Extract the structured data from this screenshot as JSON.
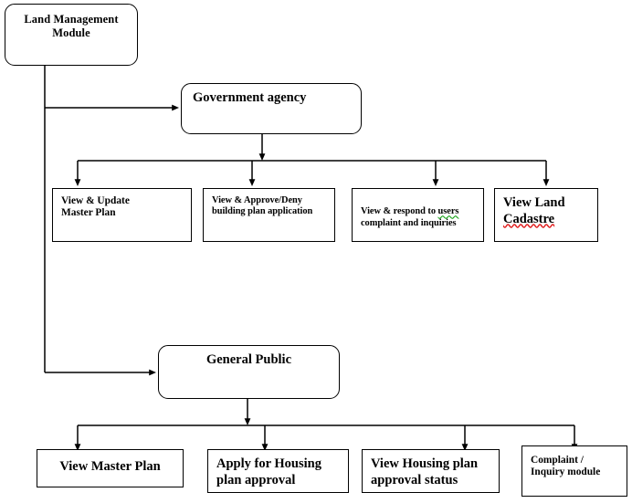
{
  "diagram": {
    "title": "Land Management Module hierarchy",
    "type": "flowchart-tree",
    "orientation": "top-down",
    "background_color": "#ffffff",
    "line_color": "#000000",
    "text_color": "#000000"
  },
  "nodes": {
    "root": {
      "label": "Land Management Module",
      "line1": "Land Management",
      "line2": "Module",
      "shape": "rounded-rectangle"
    },
    "gov": {
      "label": "Government agency",
      "shape": "rounded-rectangle"
    },
    "public": {
      "label": "General Public",
      "shape": "rounded-rectangle"
    },
    "gov_children": [
      {
        "label": "View & Update Master Plan",
        "line1": "View & Update",
        "line2": "Master Plan",
        "shape": "rectangle"
      },
      {
        "label": "View & Approve/Deny building plan application",
        "line1": "View & Approve/Deny",
        "line2": "building plan application",
        "shape": "rectangle"
      },
      {
        "label": "View & respond to users complaint and inquiries",
        "line1_a": "View & respond to ",
        "line1_b": "users",
        "line2": "complaint and inquiries",
        "shape": "rectangle",
        "spellcheck": "green-underline-users"
      },
      {
        "label": "View Land Cadastre",
        "line1": "View Land",
        "line2": "Cadastre",
        "shape": "rectangle",
        "spellcheck": "red-underline-cadastre"
      }
    ],
    "public_children": [
      {
        "label": "View Master Plan",
        "shape": "rectangle"
      },
      {
        "label": "Apply for Housing plan approval",
        "line1": "Apply for Housing",
        "line2": "plan approval",
        "shape": "rectangle"
      },
      {
        "label": "View Housing plan approval status",
        "line1": "View Housing plan",
        "line2": "approval status",
        "shape": "rectangle"
      },
      {
        "label": "Complaint / Inquiry module",
        "line1": "Complaint /",
        "line2": "Inquiry module",
        "shape": "rectangle"
      }
    ]
  }
}
